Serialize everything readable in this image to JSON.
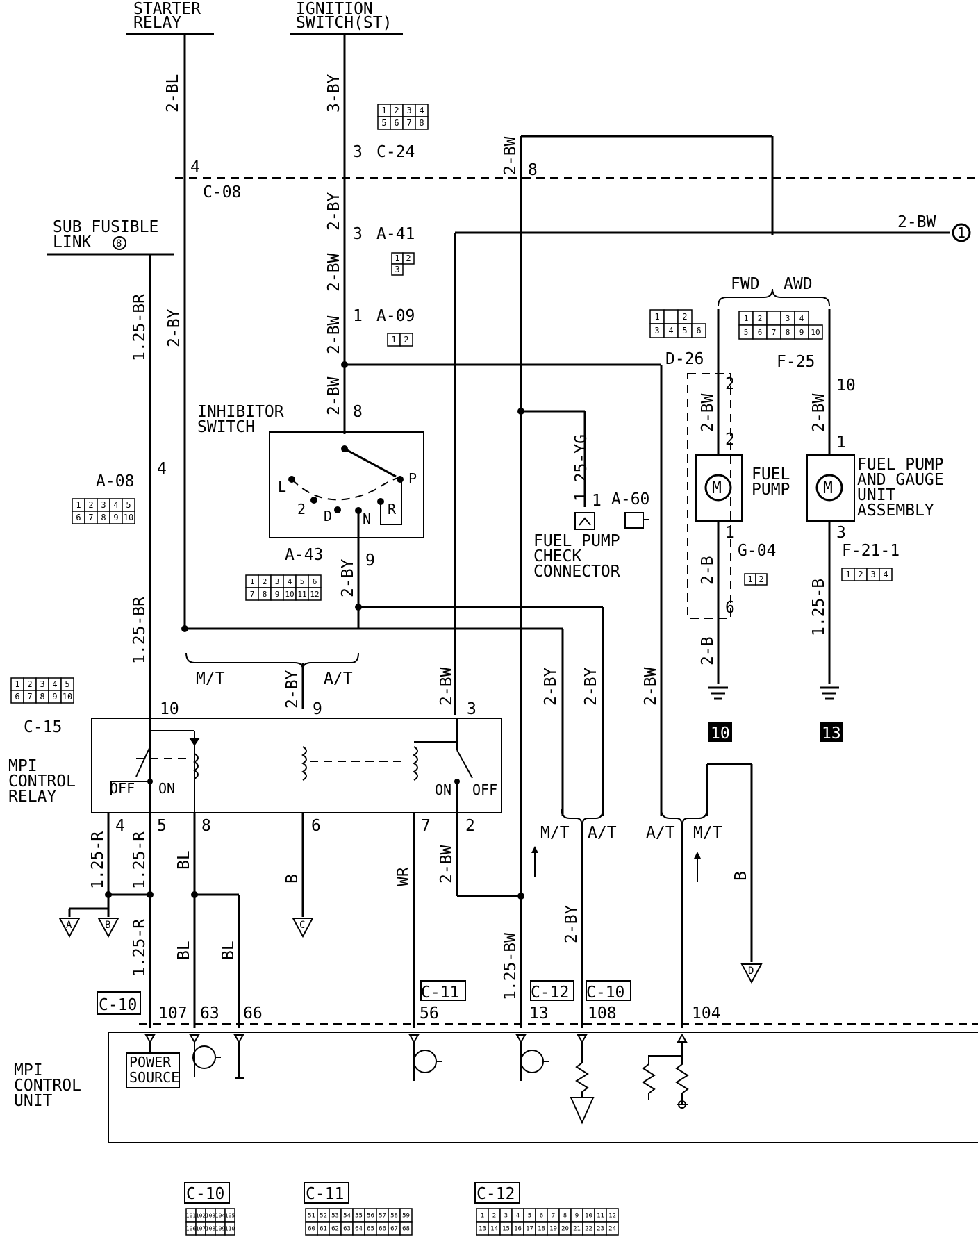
{
  "top": {
    "starter_relay": [
      "STARTER",
      "RELAY"
    ],
    "ignition_switch": [
      "IGNITION",
      "SWITCH(ST)"
    ],
    "sub_fusible_link": [
      "SUB FUSIBLE",
      "LINK"
    ],
    "sub_fusible_link_num": "8"
  },
  "wires": {
    "w_2bl": "2-BL",
    "w_3by": "3-BY",
    "w_2by_top": "2-BY",
    "w_2bw_a41": "2-BW",
    "w_2bw_a09": "2-BW",
    "w_2bw_inh": "2-BW",
    "w_125br_top": "1.25-BR",
    "w_2by_left": "2-BY",
    "w_125br_mid": "1.25-BR",
    "w_2bw_top": "2-BW",
    "w_2bw_right": "2-BW",
    "w_125yg": "1.25-YG",
    "w_2by_9": "2-BY",
    "w_2by_relay9": "2-BY",
    "w_2bw_relay3": "2-BW",
    "w_2by_mt": "2-BY",
    "w_2by_at": "2-BY",
    "w_2bw_d": "2-BW",
    "w_2bw_fp": "2-BW",
    "w_2b_fp1": "2-B",
    "w_2b_fp2": "2-B",
    "w_2bw_f25": "2-BW",
    "w_125b": "1.25-B",
    "w_125r_a": "1.25-R",
    "w_125r_b": "1.25-R",
    "w_bl_a": "BL",
    "w_b_c": "B",
    "w_wr": "WR",
    "w_2bw_2": "2-BW",
    "w_125r_c": "1.25-R",
    "w_bl_b": "BL",
    "w_bl_c": "BL",
    "w_125bw": "1.25-BW",
    "w_2by_108": "2-BY",
    "w_b_d": "B"
  },
  "connectors": {
    "c24": "C-24",
    "c08": "C-08",
    "a41": "A-41",
    "a09": "A-09",
    "a08": "A-08",
    "a43": "A-43",
    "a60": "A-60",
    "d26": "D-26",
    "f25": "F-25",
    "g04": "G-04",
    "f211": "F-21-1",
    "c15": "C-15",
    "c10": "C-10",
    "c11": "C-11",
    "c12": "C-12"
  },
  "pins": {
    "p_c24_3": "3",
    "p_c08_4": "4",
    "p_c08_8": "8",
    "p_a41_3": "3",
    "p_a09_1": "1",
    "p_inh_8": "8",
    "p_inh_9": "9",
    "p_a08_4": "4",
    "p_a60_1": "1",
    "p_fp_2a": "2",
    "p_fp_2b": "2",
    "p_fp_1": "1",
    "p_fp_6": "6",
    "p_f25_10": "10",
    "p_f25_1": "1",
    "p_f25_3": "3",
    "p_r10": "10",
    "p_r9": "9",
    "p_r3": "3",
    "p_r4": "4",
    "p_r5": "5",
    "p_r8": "8",
    "p_r6": "6",
    "p_r7": "7",
    "p_r2": "2",
    "p_107": "107",
    "p_63": "63",
    "p_66": "66",
    "p_56": "56",
    "p_13": "13",
    "p_108": "108",
    "p_104": "104"
  },
  "labels": {
    "inhibitor": [
      "INHIBITOR",
      "SWITCH"
    ],
    "inh_L": "L",
    "inh_P": "P",
    "inh_2": "2",
    "inh_D": "D",
    "inh_N": "N",
    "inh_R": "R",
    "mt_left": "M/T",
    "at_left": "A/T",
    "mt_mid": "M/T",
    "at_mid": "A/T",
    "at_right": "A/T",
    "mt_right": "M/T",
    "fwd": "FWD",
    "awd": "AWD",
    "fuel_pump": [
      "FUEL",
      "PUMP"
    ],
    "fuel_pump_assy": [
      "FUEL PUMP",
      "AND GAUGE",
      "UNIT",
      "ASSEMBLY"
    ],
    "check_conn": [
      "FUEL PUMP",
      "CHECK",
      "CONNECTOR"
    ],
    "mpi_relay": [
      "MPI",
      "CONTROL",
      "RELAY"
    ],
    "relay_off1": "OFF",
    "relay_on1": "ON",
    "relay_on2": "ON",
    "relay_off2": "OFF",
    "mpi_unit": [
      "MPI",
      "CONTROL",
      "UNIT"
    ],
    "power_source": [
      "POWER",
      "SOURCE"
    ],
    "ground_10": "10",
    "ground_13": "13",
    "term_A": "A",
    "term_B": "B",
    "term_C": "C",
    "term_D": "D",
    "ref_1": "1",
    "w_2bw_ref": "2-BW"
  },
  "pinouts": {
    "c24": [
      [
        "1",
        "2",
        "3",
        "4"
      ],
      [
        "5",
        "6",
        "7",
        "8"
      ]
    ],
    "a41": [
      [
        "1",
        "2"
      ],
      [
        "3"
      ]
    ],
    "a09": [
      [
        "1",
        "2"
      ]
    ],
    "a08": [
      [
        "1",
        "2",
        "3",
        "4",
        "5"
      ],
      [
        "6",
        "7",
        "8",
        "9",
        "10"
      ]
    ],
    "a43": [
      [
        "1",
        "2",
        "3",
        "4",
        "5",
        "6"
      ],
      [
        "7",
        "8",
        "9",
        "10",
        "11",
        "12"
      ]
    ],
    "d26": [
      [
        "1",
        "",
        "2"
      ],
      [
        "3",
        "4",
        "5",
        "6"
      ]
    ],
    "f25": [
      [
        "1",
        "2",
        "",
        "3",
        "4"
      ],
      [
        "5",
        "6",
        "7",
        "8",
        "9",
        "10"
      ]
    ],
    "g04": [
      [
        "1",
        "2"
      ]
    ],
    "f211": [
      [
        "1",
        "2",
        "3",
        "4"
      ]
    ],
    "c15": [
      [
        "1",
        "2",
        "3",
        "4",
        "5"
      ],
      [
        "6",
        "7",
        "8",
        "9",
        "10"
      ]
    ],
    "c10b": [
      [
        "101",
        "102",
        "103",
        "104",
        "105"
      ],
      [
        "106",
        "107",
        "108",
        "109",
        "110"
      ]
    ],
    "c11b": [
      [
        "51",
        "52",
        "53",
        "54",
        "55",
        "56",
        "57",
        "58",
        "59"
      ],
      [
        "60",
        "61",
        "62",
        "63",
        "64",
        "65",
        "66",
        "67",
        "68"
      ]
    ],
    "c12b": [
      [
        "1",
        "2",
        "3",
        "4",
        "5",
        "6",
        "7",
        "8",
        "9",
        "10",
        "11",
        "12"
      ],
      [
        "13",
        "14",
        "15",
        "16",
        "17",
        "18",
        "19",
        "20",
        "21",
        "22",
        "23",
        "24"
      ]
    ]
  }
}
